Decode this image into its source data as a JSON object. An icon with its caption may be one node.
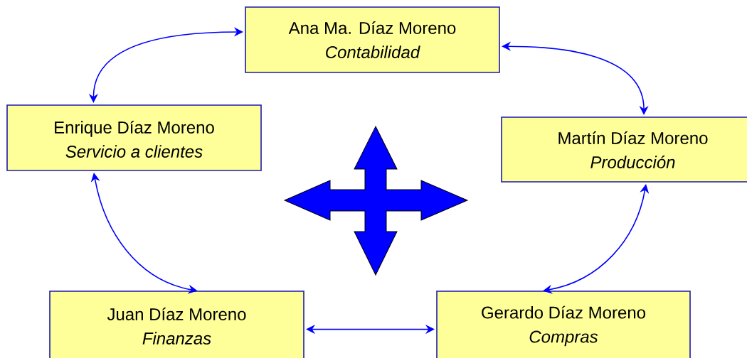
{
  "diagram": {
    "nodes": [
      {
        "text": [
          "Ana Ma. Díaz Moreno",
          "Contabilidad"
        ]
      },
      {
        "text": [
          "Enrique Díaz Moreno",
          "Servicio a clientes"
        ]
      },
      {
        "text": [
          "Martín Díaz Moreno",
          "Producción"
        ]
      },
      {
        "text": [
          "Juan Díaz Moreno",
          "Finanzas"
        ]
      },
      {
        "text": [
          "Gerardo Díaz Moreno",
          "Compras"
        ]
      }
    ],
    "edges": [
      {
        "from": 0,
        "to": 1,
        "arrow": "both"
      },
      {
        "from": 0,
        "to": 2,
        "arrow": "both"
      },
      {
        "from": 1,
        "to": 3,
        "arrow": "both"
      },
      {
        "from": 2,
        "to": 4,
        "arrow": "both"
      },
      {
        "from": 3,
        "to": 4,
        "arrow": "both"
      }
    ]
  }
}
